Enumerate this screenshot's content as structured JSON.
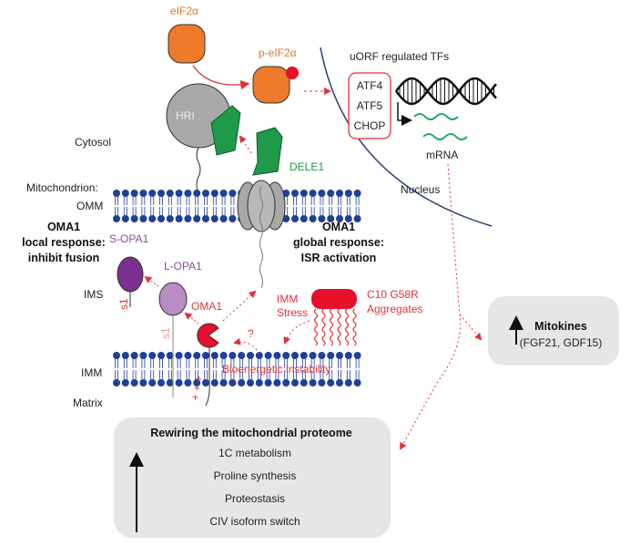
{
  "labels": {
    "eif2a": "eIF2α",
    "p_eif2a": "p-eIF2α",
    "hri": "HRI",
    "dele1": "DELE1",
    "cytosol": "Cytosol",
    "mitochondrion": "Mitochondrion:",
    "omm": "OMM",
    "ims": "IMS",
    "imm": "IMM",
    "matrix": "Matrix",
    "nucleus": "Nucleus",
    "uorf_title": "uORF regulated TFs",
    "tfs": [
      "ATF4",
      "ATF5",
      "CHOP"
    ],
    "mrna": "mRNA",
    "local_response": [
      "OMA1",
      "local response:",
      "inhibit fusion"
    ],
    "global_response": [
      "OMA1",
      "global response:",
      "ISR activation"
    ],
    "s_opa1": "S-OPA1",
    "l_opa1": "L-OPA1",
    "s1": "s1",
    "oma1": "OMA1",
    "imm_stress": [
      "IMM",
      "Stress"
    ],
    "aggregates": [
      "C10 G58R",
      "Aggregates"
    ],
    "question": "?",
    "bioenergetic": "Bioenergetic instability",
    "charges": "+ + +"
  },
  "mitokines": {
    "title": "Mitokines",
    "subtitle": "(FGF21, GDF15)"
  },
  "proteome": {
    "title": "Rewiring the mitochondrial proteome",
    "items": [
      "1C metabolism",
      "Proline synthesis",
      "Proteostasis",
      "CIV isoform switch"
    ]
  },
  "colors": {
    "membrane": "#1f3f9a",
    "red": "#e0323a",
    "orange": "#ee7a2a",
    "green": "#1f9a48",
    "grey": "#a8a8a8",
    "purple": "#7b2f8e",
    "lightpurple": "#b98cc6",
    "box": "#e6e6e6"
  }
}
